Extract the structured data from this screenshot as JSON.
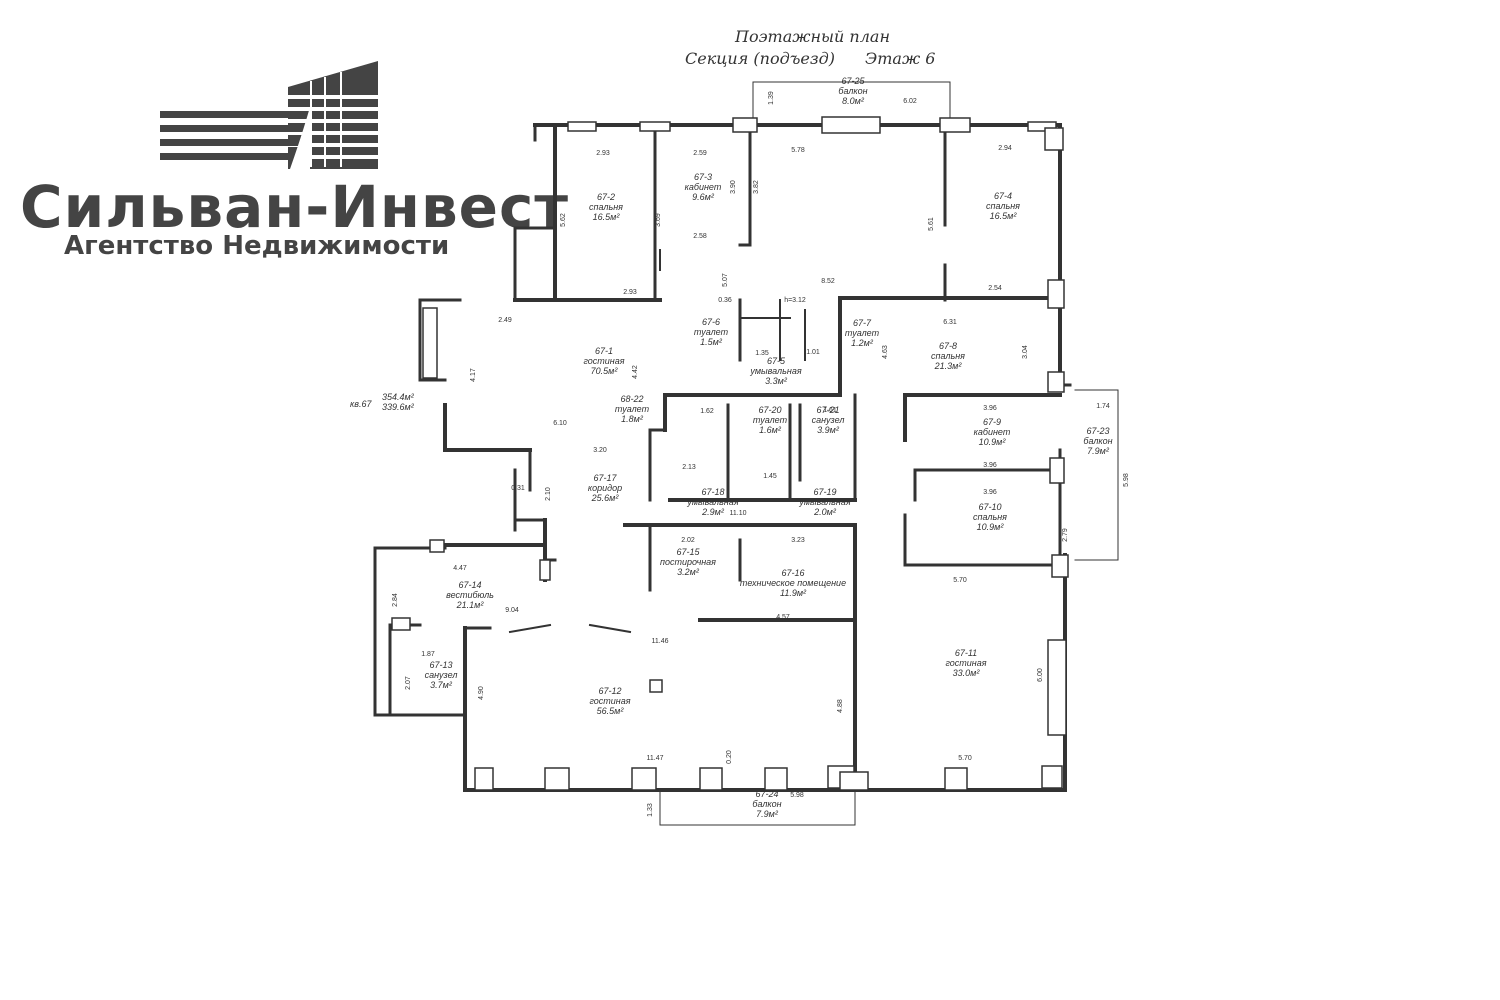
{
  "brand": {
    "name": "Сильван-Инвест",
    "subtitle": "Агентство Недвижимости",
    "color": "#444444"
  },
  "plan": {
    "title_line1": "Поэтажный план",
    "section_label": "Секция (подъезд)",
    "floor_label": "Этаж 6",
    "apartment_label": "кв.67",
    "apartment_area_total": "354.4м²",
    "apartment_area_living": "339.6м²"
  },
  "rooms": [
    {
      "id": "67-1",
      "name": "гостиная",
      "area": "70.5м²"
    },
    {
      "id": "67-2",
      "name": "спальня",
      "area": "16.5м²"
    },
    {
      "id": "67-3",
      "name": "кабинет",
      "area": "9.6м²"
    },
    {
      "id": "67-4",
      "name": "спальня",
      "area": "16.5м²"
    },
    {
      "id": "67-5",
      "name": "умывальная",
      "area": "3.3м²"
    },
    {
      "id": "67-6",
      "name": "туалет",
      "area": "1.5м²"
    },
    {
      "id": "67-7",
      "name": "туалет",
      "area": "1.2м²"
    },
    {
      "id": "67-8",
      "name": "спальня",
      "area": "21.3м²"
    },
    {
      "id": "67-9",
      "name": "кабинет",
      "area": "10.9м²"
    },
    {
      "id": "67-10",
      "name": "спальня",
      "area": "10.9м²"
    },
    {
      "id": "67-11",
      "name": "гостиная",
      "area": "33.0м²"
    },
    {
      "id": "67-12",
      "name": "гостиная",
      "area": "56.5м²"
    },
    {
      "id": "67-13",
      "name": "санузел",
      "area": "3.7м²"
    },
    {
      "id": "67-14",
      "name": "вестибюль",
      "area": "21.1м²"
    },
    {
      "id": "67-15",
      "name": "постирочная",
      "area": "3.2м²"
    },
    {
      "id": "67-16",
      "name": "техническое помещение",
      "area": "11.9м²"
    },
    {
      "id": "67-17",
      "name": "коридор",
      "area": "25.6м²"
    },
    {
      "id": "67-18",
      "name": "умывальная",
      "area": "2.9м²"
    },
    {
      "id": "67-19",
      "name": "умывальная",
      "area": "2.0м²"
    },
    {
      "id": "67-20",
      "name": "туалет",
      "area": "1.6м²"
    },
    {
      "id": "67-21",
      "name": "санузел",
      "area": "3.9м²"
    },
    {
      "id": "68-22",
      "name": "туалет",
      "area": "1.8м²"
    },
    {
      "id": "67-23",
      "name": "балкон",
      "area": "7.9м²"
    },
    {
      "id": "67-24",
      "name": "балкон",
      "area": "7.9м²"
    },
    {
      "id": "67-25",
      "name": "балкон",
      "area": "8.0м²"
    }
  ],
  "dimensions": [
    "2.93",
    "2.59",
    "5.78",
    "2.94",
    "5.62",
    "3.69",
    "3.90",
    "3.82",
    "5.61",
    "2.58",
    "5.07",
    "8.52",
    "2.93",
    "2.49",
    "2.54",
    "0.36",
    "h=3.12",
    "6.31",
    "4.42",
    "4.17",
    "1.35",
    "1.01",
    "4.63",
    "3.04",
    "6.10",
    "1.62",
    "1.61",
    "3.96",
    "3.20",
    "2.13",
    "1.45",
    "3.96",
    "0.31",
    "2.10",
    "11.10",
    "3.96",
    "2.02",
    "3.23",
    "4.47",
    "9.04",
    "11.46",
    "4.57",
    "5.70",
    "1.87",
    "2.07",
    "4.90",
    "11.47",
    "0.20",
    "5.70",
    "1.33",
    "5.98",
    "1.39",
    "6.02",
    "1.74",
    "5.98",
    "2.79",
    "2.84",
    "4.88",
    "6.00"
  ]
}
